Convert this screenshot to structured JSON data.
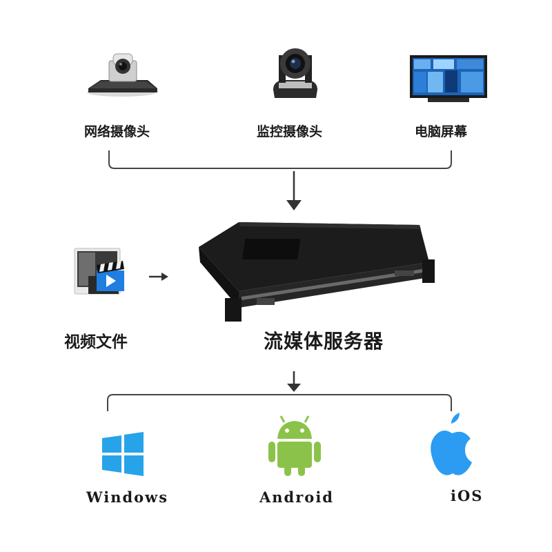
{
  "sources": {
    "network_camera": "网络摄像头",
    "surveillance_camera": "监控摄像头",
    "computer_screen": "电脑屏幕"
  },
  "video_file": "视频文件",
  "server": "流媒体服务器",
  "clients": {
    "windows": "Windows",
    "android": "Android",
    "ios": "iOS"
  },
  "colors": {
    "connector": "#444444",
    "windows": "#27a3ea",
    "android": "#8bc34a",
    "ios": "#2b9cf2",
    "server_body": "#1c1c1c"
  },
  "icons": [
    "ptz-camera-icon",
    "dome-camera-icon",
    "monitor-icon",
    "video-file-icon",
    "server-icon",
    "windows-icon",
    "android-icon",
    "apple-icon"
  ]
}
